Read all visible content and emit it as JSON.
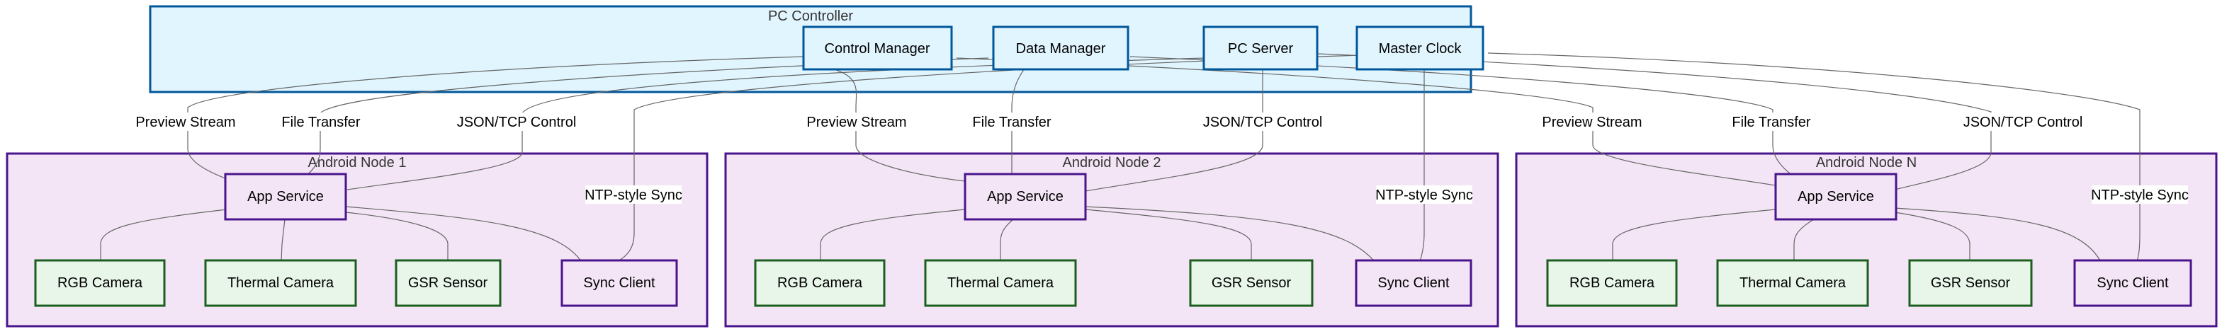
{
  "colors": {
    "pc_fill": "#e1f5fe",
    "pc_stroke": "#01579b",
    "android_fill": "#f3e5f5",
    "android_stroke": "#4a148c",
    "sensor_fill": "#e8f5e9",
    "sensor_stroke": "#1b5e20",
    "edge": "#666666"
  },
  "pc_controller": {
    "title": "PC Controller",
    "nodes": {
      "control_manager": "Control Manager",
      "data_manager": "Data Manager",
      "pc_server": "PC Server",
      "master_clock": "Master Clock"
    }
  },
  "android_nodes": [
    {
      "title": "Android Node 1",
      "app_service": "App Service",
      "rgb_camera": "RGB Camera",
      "thermal_camera": "Thermal Camera",
      "gsr_sensor": "GSR Sensor",
      "sync_client": "Sync Client"
    },
    {
      "title": "Android Node 2",
      "app_service": "App Service",
      "rgb_camera": "RGB Camera",
      "thermal_camera": "Thermal Camera",
      "gsr_sensor": "GSR Sensor",
      "sync_client": "Sync Client"
    },
    {
      "title": "Android Node N",
      "app_service": "App Service",
      "rgb_camera": "RGB Camera",
      "thermal_camera": "Thermal Camera",
      "gsr_sensor": "GSR Sensor",
      "sync_client": "Sync Client"
    }
  ],
  "edge_labels": {
    "preview": "Preview Stream",
    "file": "File Transfer",
    "control": "JSON/TCP Control",
    "sync": "NTP-style Sync"
  }
}
